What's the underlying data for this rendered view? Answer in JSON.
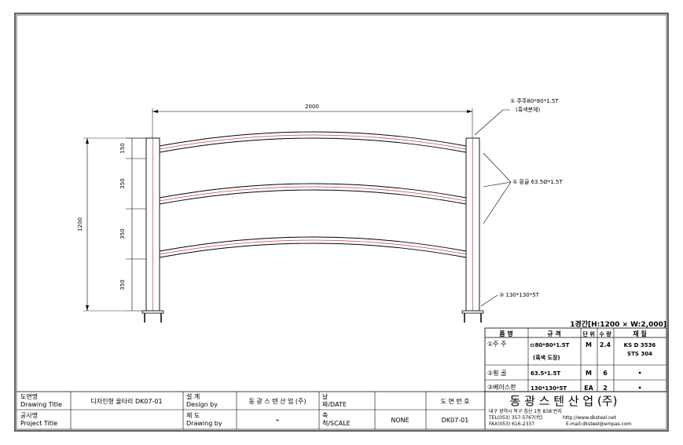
{
  "drawing": {
    "dims": {
      "span": "2000",
      "height": "1200",
      "seg1": "150",
      "seg2": "350",
      "seg3": "350",
      "seg4": "350"
    },
    "callouts": {
      "post_line1": "① 주주80*80*1.5T",
      "post_line2": "(흑색분체)",
      "rail": "② 횡골 63.5Ø*1.5T",
      "base": "③ 130*130*5T"
    }
  },
  "parts_table": {
    "caption": "1경간[H:1200 × W:2,000]",
    "headers": [
      "품 명",
      "규 격",
      "단 위",
      "수 량",
      "재 질"
    ],
    "rows": [
      {
        "name": "①주 주",
        "spec1": "ㅁ80*80*1.5T",
        "spec2": "(흑색 도장)",
        "unit": "M",
        "qty": "2.4",
        "mat1": "KS D 3536",
        "mat2": "STS 304"
      },
      {
        "name": "②횡 골",
        "spec1": "63.5*1.5T",
        "spec2": "",
        "unit": "M",
        "qty": "6",
        "mat1": "•",
        "mat2": ""
      },
      {
        "name": "③베이스판",
        "spec1": "130*130*5T",
        "spec2": "",
        "unit": "EA",
        "qty": "2",
        "mat1": "•",
        "mat2": ""
      }
    ]
  },
  "title_block": {
    "drawing_title_label_ko": "도면명",
    "drawing_title_label_en": "Drawing Title",
    "drawing_title_value": "디자인형 울타리 DK07-01",
    "design_label_ko": "설 계",
    "design_label_en": "Design by",
    "design_value": "동 광 스 텐 산 업 (주)",
    "date_label_ko": "날",
    "date_label_en": "짜/DATE",
    "date_value": "",
    "drawing_no_label": "도 면 번 호",
    "project_label_ko": "공사명",
    "project_label_en": "Project Title",
    "project_value": "",
    "drawn_label_ko": "제 도",
    "drawn_label_en": "Drawing by",
    "drawn_value": "-",
    "scale_label_ko": "축",
    "scale_label_en": "척/SCALE",
    "scale_value": "NONE",
    "drawing_no_value": "DK07-01",
    "company_name": "동 광 스 텐 산 업 (주)",
    "company_address": "대구 광역시 북구 침산 1동 838 번지",
    "company_tel": "TEL(053) 357-5767(代)",
    "company_web": "http://www.dksteel.net",
    "company_fax": "FAX(053) 616-2337",
    "company_email": "E-mail:dksteel@empas.com"
  }
}
